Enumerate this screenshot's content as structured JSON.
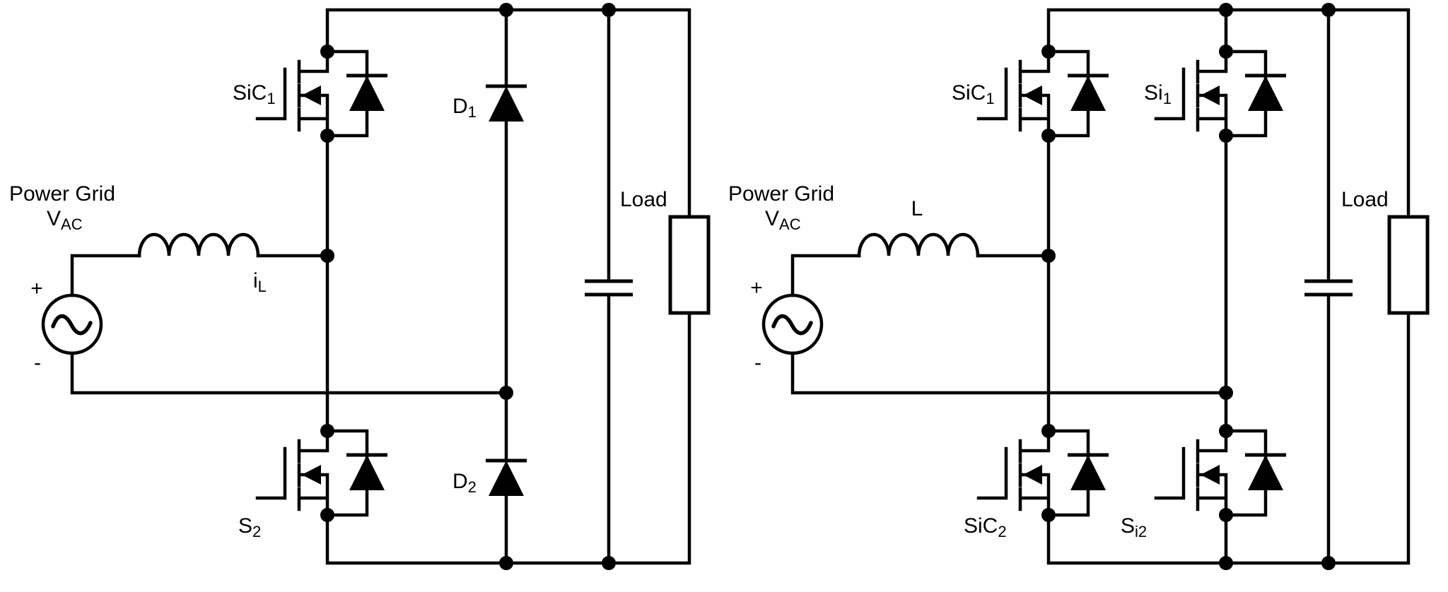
{
  "colors": {
    "background": "#ffffff",
    "ink": "#000000"
  },
  "left_circuit": {
    "source": {
      "name": "Power Grid",
      "voltage_main": "V",
      "voltage_sub": "AC",
      "plus": "+",
      "minus": "-"
    },
    "inductor_current": {
      "main": "i",
      "sub": "L"
    },
    "switch_high": {
      "main": "SiC",
      "sub": "1"
    },
    "switch_low": {
      "main": "S",
      "sub": "2"
    },
    "diode_high": {
      "main": "D",
      "sub": "1"
    },
    "diode_low": {
      "main": "D",
      "sub": "2"
    },
    "load": "Load"
  },
  "right_circuit": {
    "source": {
      "name": "Power Grid",
      "voltage_main": "V",
      "voltage_sub": "AC",
      "plus": "+",
      "minus": "-"
    },
    "inductor_label": "L",
    "fast_leg_high": {
      "main": "SiC",
      "sub": "1"
    },
    "fast_leg_low": {
      "main": "SiC",
      "sub": "2"
    },
    "slow_leg_high": {
      "main": "Si",
      "sub": "1"
    },
    "slow_leg_low": {
      "main": "S",
      "sub": "i2"
    },
    "load": "Load"
  }
}
